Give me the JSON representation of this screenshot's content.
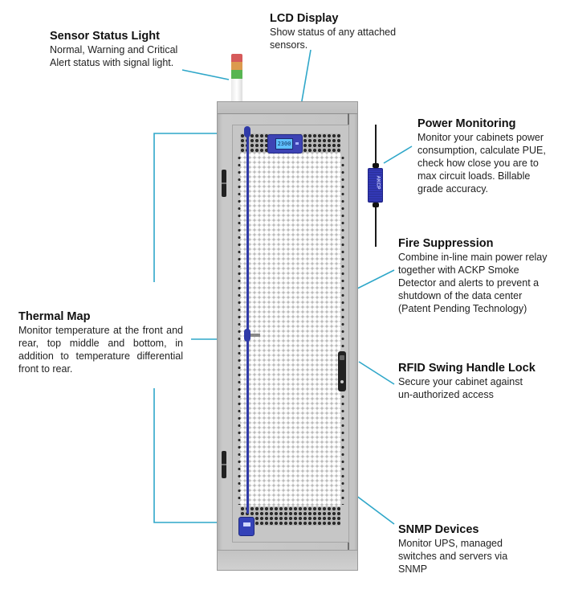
{
  "diagram": {
    "subject": "Server rack cabinet with monitoring sensors",
    "accent_color": "#2fa7c9",
    "device_color": "#3238b5",
    "lcd_reading": "2300",
    "power_device_label": "AKCP",
    "signal_light_colors": [
      "#d65a5a",
      "#dc9a4e",
      "#58b552"
    ]
  },
  "callouts": [
    {
      "id": "sensor-status-light",
      "title": "Sensor Status Light",
      "description": "Normal, Warning and Critical Alert status with signal light."
    },
    {
      "id": "lcd-display",
      "title": "LCD Display",
      "description": "Show status of any attached sensors."
    },
    {
      "id": "power-monitoring",
      "title": "Power Monitoring",
      "description": "Monitor your cabinets power consumption, calculate PUE, check how close you are to max circuit loads. Billable grade accuracy."
    },
    {
      "id": "fire-suppression",
      "title": "Fire Suppression",
      "description": "Combine  in-line main power relay together with ACKP Smoke Detector and alerts to prevent a shutdown of the data center (Patent Pending Technology)"
    },
    {
      "id": "thermal-map",
      "title": "Thermal Map",
      "description": "Monitor temperature at the front and rear, top middle and bottom, in addition to temperature differential front to rear."
    },
    {
      "id": "rfid-swing-handle-lock",
      "title": "RFID Swing Handle Lock",
      "description": "Secure your cabinet against un-authorized access"
    },
    {
      "id": "snmp-devices",
      "title": "SNMP Devices",
      "description": "Monitor UPS, managed switches and servers via SNMP"
    }
  ]
}
